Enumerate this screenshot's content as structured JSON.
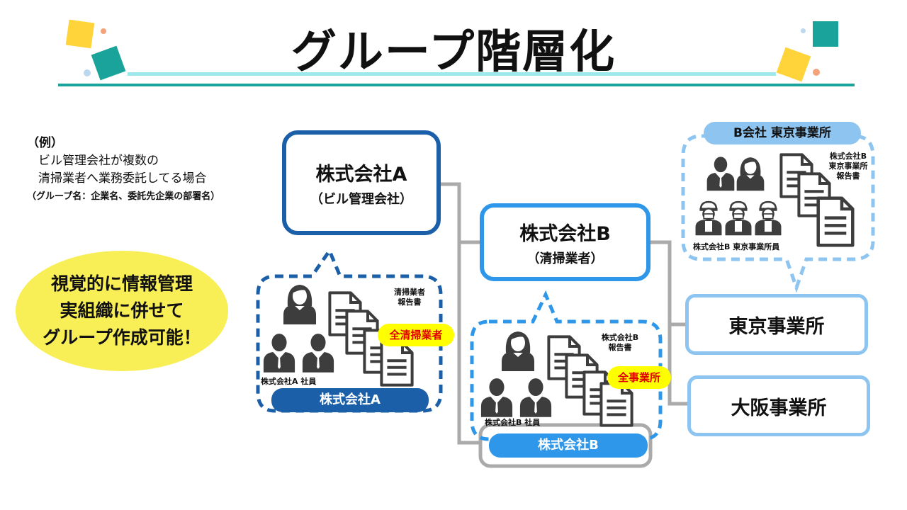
{
  "title": "グループ階層化",
  "example": {
    "line1": "（例）",
    "line2": "ビル管理会社が複数の",
    "line3": "清掃業者へ業務委託してる場合",
    "line4": "（グループ名：企業名、委託先企業の部署名）"
  },
  "callout": {
    "line1": "視覚的に情報管理",
    "line2": "実組織に併せて",
    "line3": "グループ作成可能！"
  },
  "company_a": {
    "name": "株式会社A",
    "sub": "（ビル管理会社）"
  },
  "company_b": {
    "name": "株式会社B",
    "sub": "（清掃業者）"
  },
  "tokyo_office": "東京事業所",
  "osaka_office": "大阪事業所",
  "bubble_a": {
    "doc_label_1": "清掃業者",
    "doc_label_2": "報告書",
    "tag": "全清掃業者",
    "staff_label": "株式会社A 社員",
    "pill": "株式会社A"
  },
  "bubble_b": {
    "doc_label_1": "株式会社B",
    "doc_label_2": "報告書",
    "tag": "全事業所",
    "staff_label": "株式会社B 社員",
    "pill": "株式会社B"
  },
  "bubble_tokyo": {
    "header": "B会社 東京事業所",
    "doc_label_1": "株式会社B",
    "doc_label_2": "東京事業所",
    "doc_label_3": "報告書",
    "staff_label": "株式会社B 東京事業所員"
  },
  "colors": {
    "teal": "#1aa39a",
    "navy_blue": "#1a5fa8",
    "sky_blue": "#2e97ea",
    "light_blue": "#8ec5f0",
    "yellow_callout": "#f8ee55",
    "connector_gray": "#aaaaaa"
  }
}
